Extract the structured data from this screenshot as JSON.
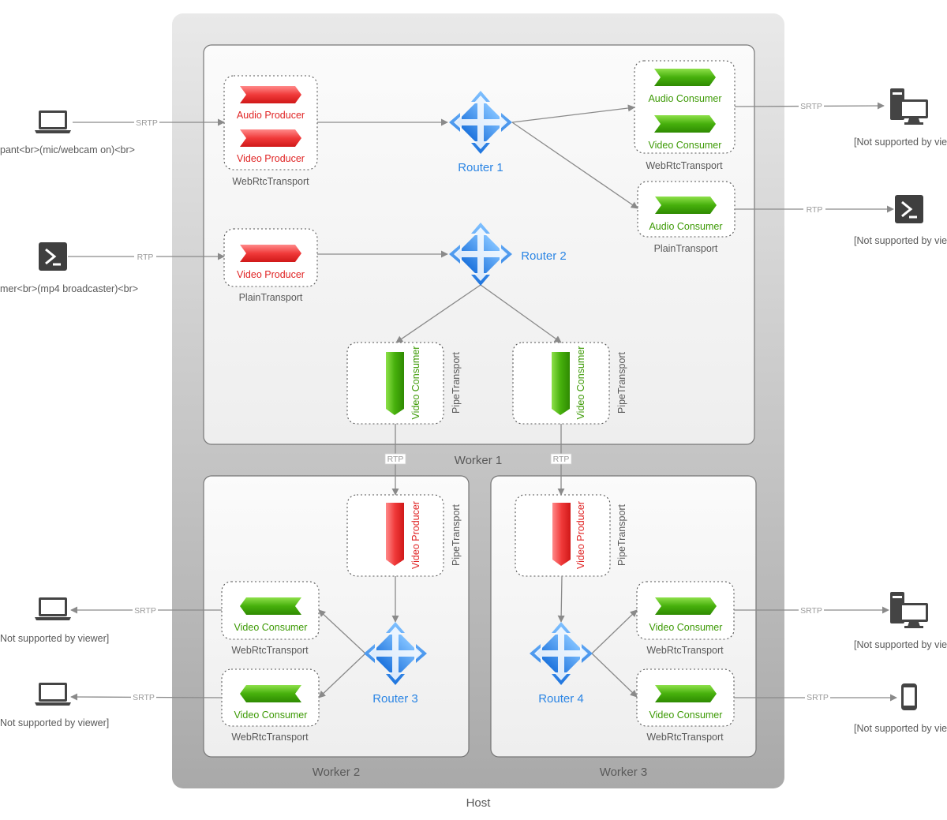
{
  "host": {
    "label": "Host"
  },
  "workers": [
    {
      "label": "Worker 1"
    },
    {
      "label": "Worker 2"
    },
    {
      "label": "Worker 3"
    }
  ],
  "routers": [
    "Router 1",
    "Router 2",
    "Router 3",
    "Router 4"
  ],
  "items": {
    "audio_producer": "Audio Producer",
    "video_producer": "Video Producer",
    "audio_consumer": "Audio Consumer",
    "video_consumer": "Video Consumer"
  },
  "transports": {
    "webrtc": "WebRtcTransport",
    "plain": "PlainTransport",
    "pipe": "PipeTransport"
  },
  "protocols": {
    "srtp": "SRTP",
    "rtp": "RTP"
  },
  "external": {
    "participant": "pant<br>(mic/webcam on)<br>",
    "streamer": "mer<br>(mp4 broadcaster)<br>",
    "not_supported_right": "[Not supported by vie",
    "not_supported_left": "Not supported by viewer]"
  },
  "colors": {
    "producer": "#e02424",
    "consumer": "#3d9a05",
    "router": "#2b85e4",
    "label": "#595959"
  }
}
